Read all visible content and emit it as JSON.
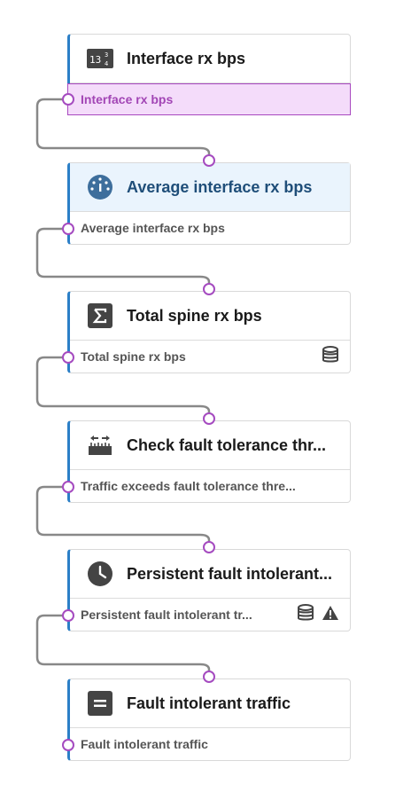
{
  "diagram": {
    "nodes": [
      {
        "title": "Interface rx bps",
        "icon": "number-grid-icon",
        "output": "Interface rx bps",
        "output_selected": true,
        "output_icons": []
      },
      {
        "title": "Average interface rx bps",
        "icon": "gauge-icon",
        "header_active": true,
        "output": "Average interface rx bps",
        "output_icons": []
      },
      {
        "title": "Total spine rx bps",
        "icon": "sigma-icon",
        "output": "Total spine rx bps",
        "output_icons": [
          "database-icon"
        ]
      },
      {
        "title": "Check fault tolerance thr...",
        "icon": "range-check-icon",
        "output": "Traffic exceeds fault tolerance thre...",
        "output_icons": []
      },
      {
        "title": "Persistent fault intolerant...",
        "icon": "clock-icon",
        "output": "Persistent fault intolerant tr...",
        "output_icons": [
          "database-icon",
          "warning-icon"
        ]
      },
      {
        "title": "Fault intolerant traffic",
        "icon": "equals-icon",
        "output": "Fault intolerant traffic",
        "output_icons": []
      }
    ],
    "colors": {
      "accent": "#2b7fc7",
      "port": "#a54bc0",
      "wire": "#888888",
      "selected_bg": "#f4dcfa"
    }
  }
}
